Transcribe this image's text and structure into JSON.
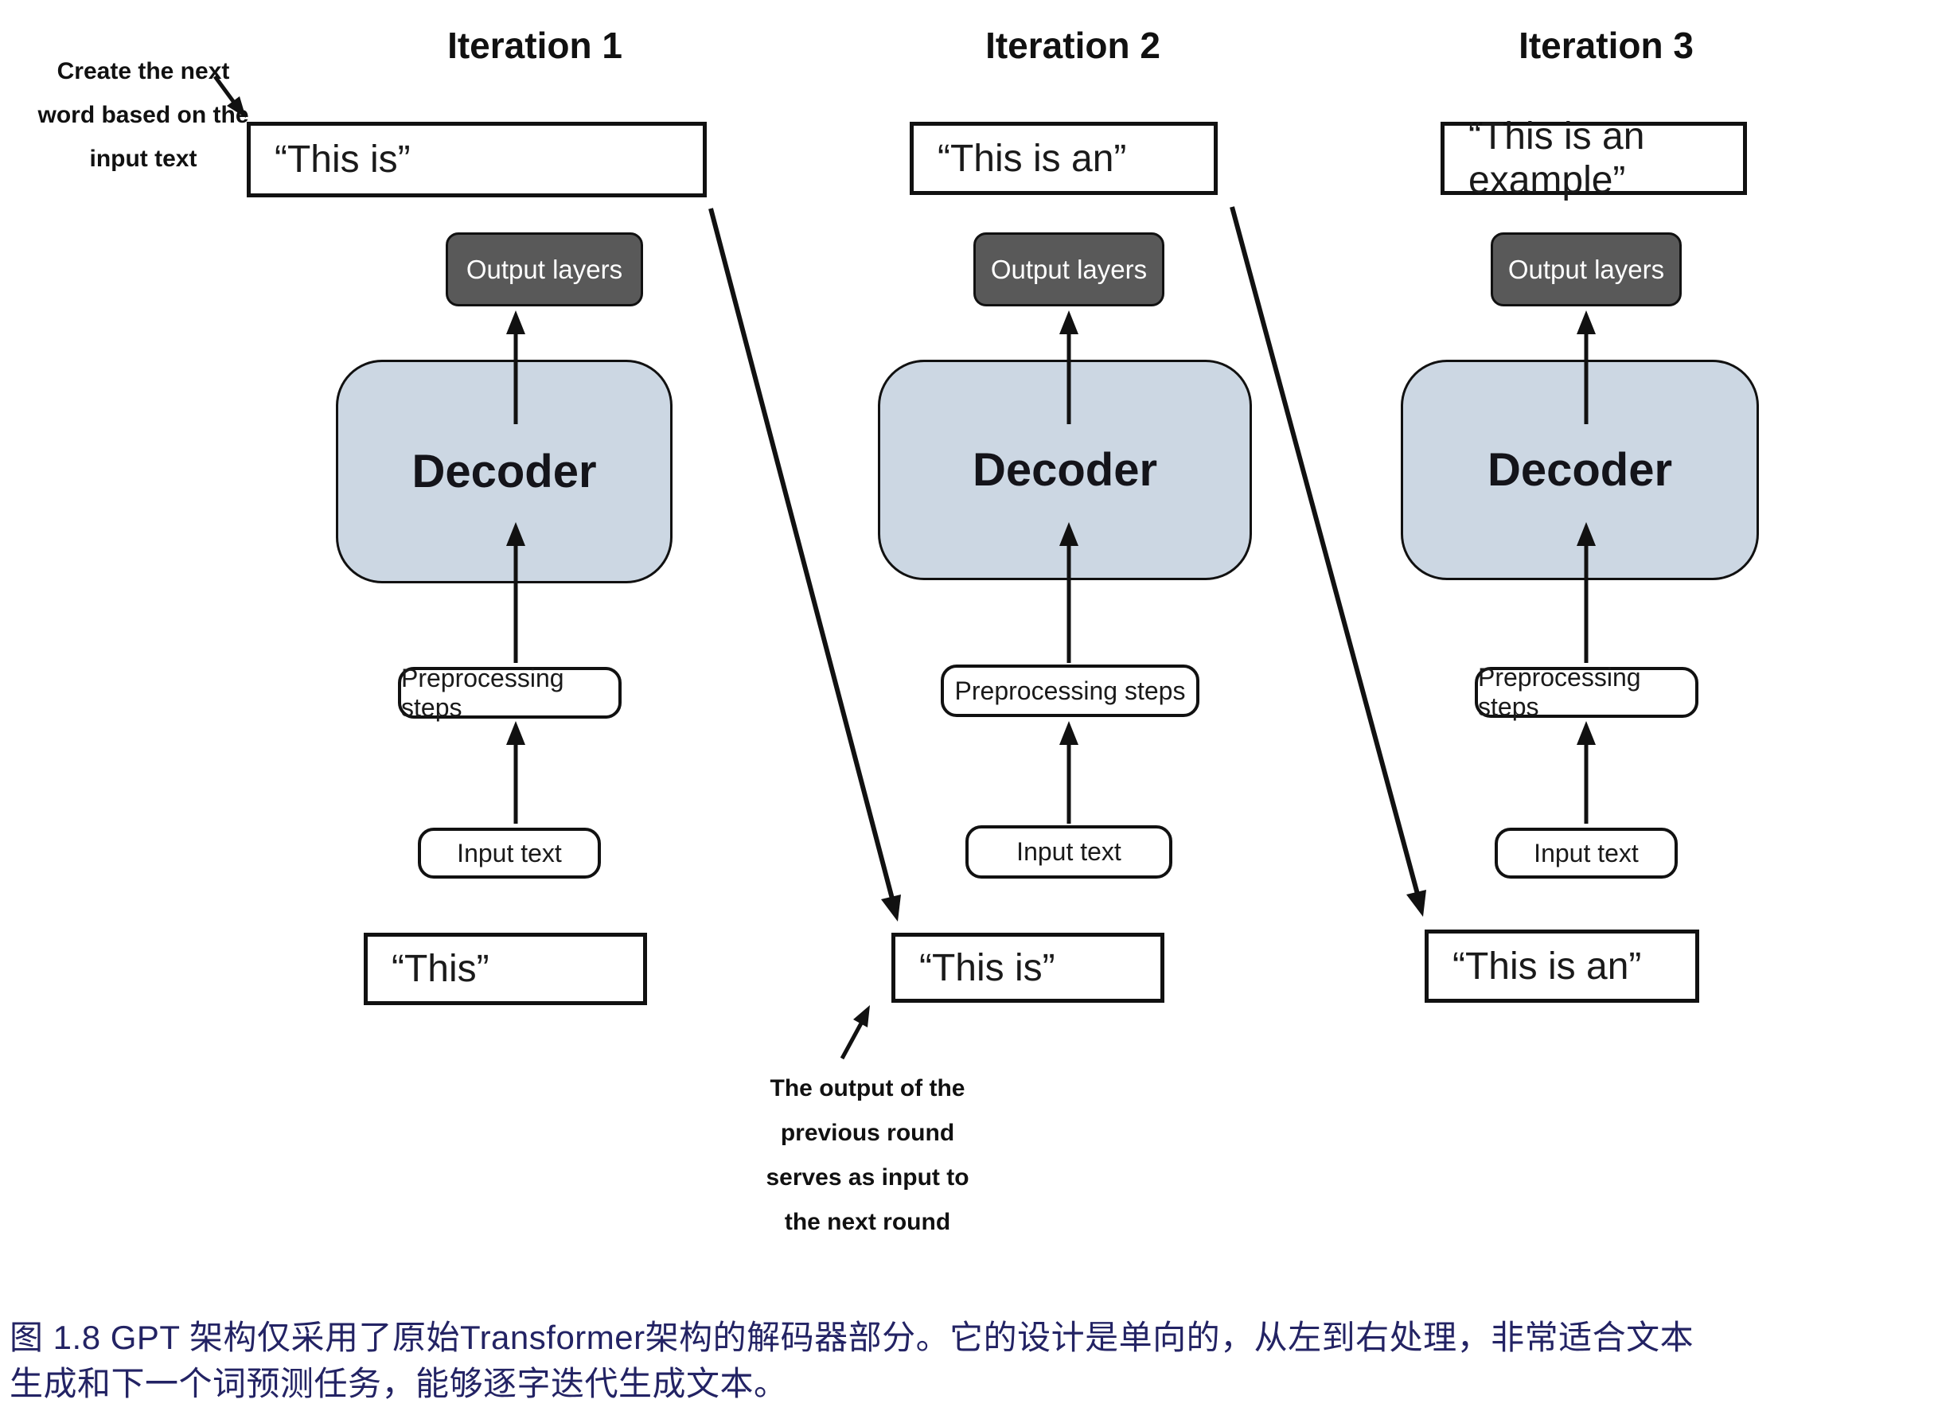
{
  "figure": {
    "columns": [
      {
        "title": "Iteration 1",
        "output_text": "“This is”",
        "output_layers_label": "Output layers",
        "decoder_label": "Decoder",
        "preprocessing_label": "Preprocessing steps",
        "input_box_label": "Input text",
        "input_text": "“This”"
      },
      {
        "title": "Iteration 2",
        "output_text": "“This is an”",
        "output_layers_label": "Output layers",
        "decoder_label": "Decoder",
        "preprocessing_label": "Preprocessing steps",
        "input_box_label": "Input text",
        "input_text": "“This is”"
      },
      {
        "title": "Iteration 3",
        "output_text": "“This is an example”",
        "output_layers_label": "Output layers",
        "decoder_label": "Decoder",
        "preprocessing_label": "Preprocessing steps",
        "input_box_label": "Input text",
        "input_text": "“This is an”"
      }
    ],
    "annotation_top": {
      "lines": [
        "Create the next",
        "word based on the",
        "input text"
      ]
    },
    "annotation_bottom": {
      "lines": [
        "The output of the",
        "previous round",
        "serves as input to",
        "the next round"
      ]
    }
  },
  "caption": {
    "lines": [
      "图 1.8  GPT 架构仅采用了原始Transformer架构的解码器部分。它的设计是单向的，从左到右处理，非常适合文本",
      "生成和下一个词预测任务，能够逐字迭代生成文本。"
    ]
  },
  "colors": {
    "decoder_fill": "#ccd7e3",
    "output_layers_fill": "#595959",
    "caption_text": "#232364",
    "arrow": "#111111"
  }
}
